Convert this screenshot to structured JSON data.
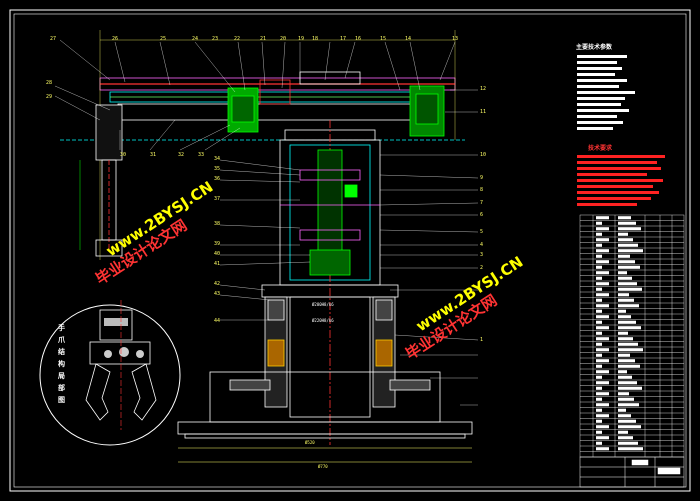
{
  "labels": {
    "p1": "1",
    "p2": "2",
    "p3": "3",
    "p4": "4",
    "p5": "5",
    "p6": "6",
    "p7": "7",
    "p8": "8",
    "p9": "9",
    "p10": "10",
    "p11": "11",
    "p12": "12",
    "p13": "13",
    "p14": "14",
    "p15": "15",
    "p16": "16",
    "p17": "17",
    "p18": "18",
    "p19": "19",
    "p20": "20",
    "p21": "21",
    "p22": "22",
    "p23": "23",
    "p24": "24",
    "p25": "25",
    "p26": "26",
    "p27": "27",
    "p28": "28",
    "p29": "29",
    "p30": "30",
    "p31": "31",
    "p32": "32",
    "p33": "33",
    "p34": "34",
    "p35": "35",
    "p36": "36",
    "p37": "37",
    "p38": "38",
    "p39": "39",
    "p40": "40",
    "p41": "41",
    "p42": "42",
    "p43": "43",
    "p44": "44"
  },
  "detail": {
    "caption": [
      "手",
      "爪",
      "结",
      "构",
      "局",
      "部",
      "图"
    ]
  },
  "watermark": {
    "cn": "毕业设计论文网",
    "url": "www.2BYSJ.CN"
  },
  "notes": {
    "params_title": "主要技术参数",
    "req_title": "技术要求"
  },
  "dims": {
    "d1": "Ø280H8/k6",
    "d2": "Ø220H8/k6",
    "d3": "Ø520",
    "d4": "Ø770"
  },
  "table": {
    "rows": 44
  }
}
